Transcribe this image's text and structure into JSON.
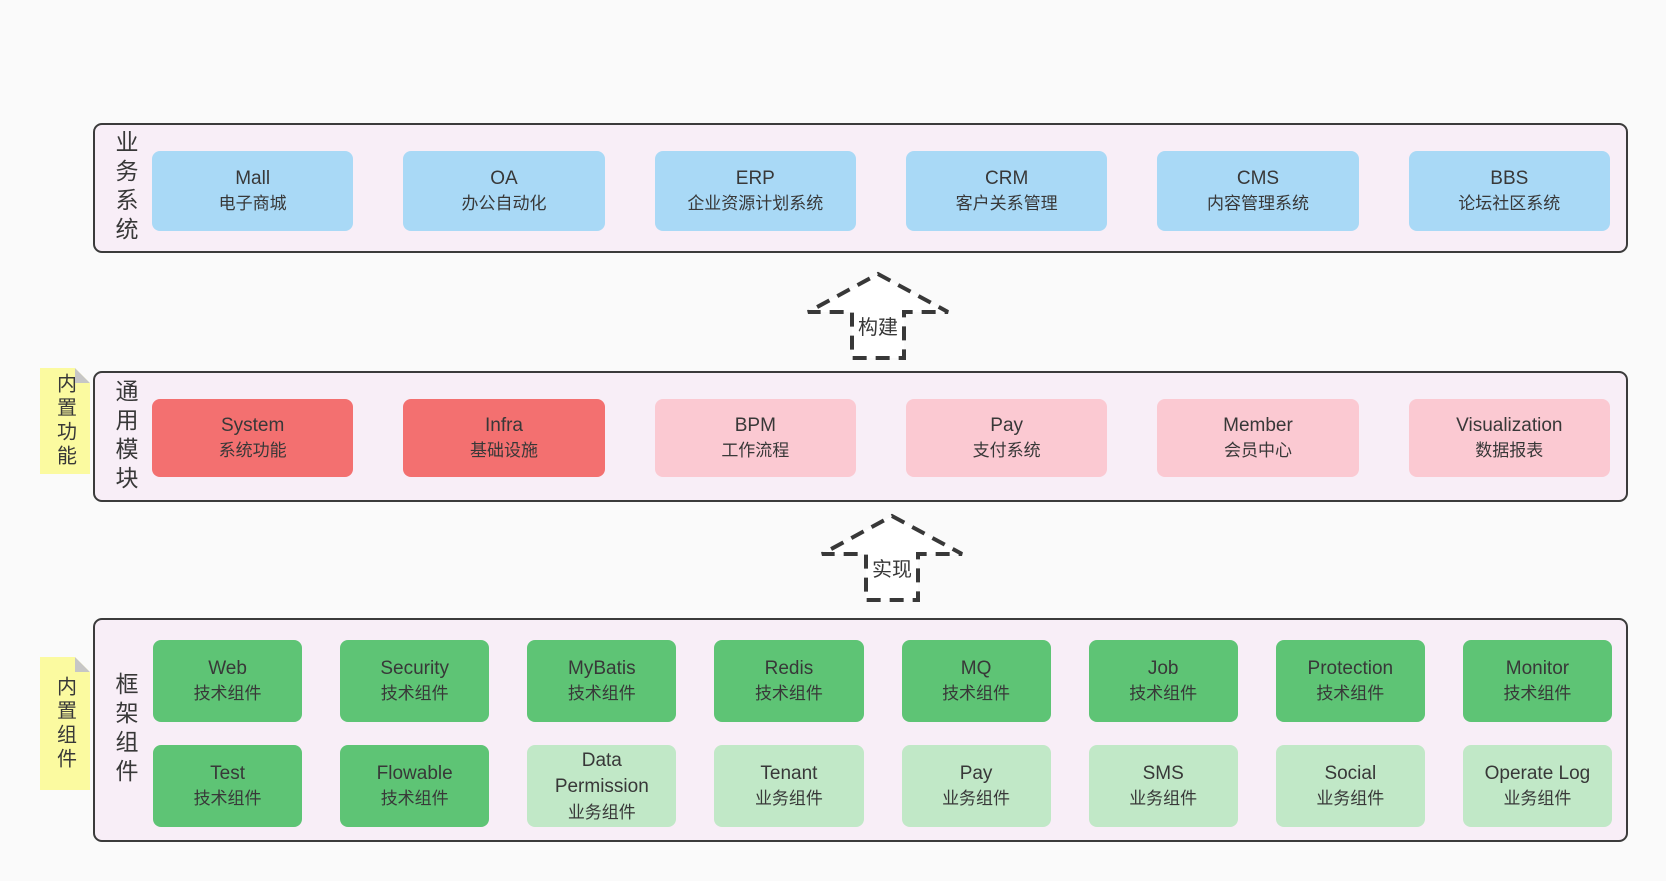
{
  "palette": {
    "page_bg": "#fafafa",
    "panel_bg": "#f8eef7",
    "panel_border": "#3b3b3b",
    "blue": "#a9d9f6",
    "red": "#f37070",
    "pink": "#fbc9d2",
    "green_dark": "#5ec475",
    "green_light": "#c1e8c7",
    "tab_yellow": "#fbfaa0",
    "tab_fold": "#c6c6c6",
    "text": "#383838",
    "arrow": "#383838"
  },
  "diagram": {
    "tiers": [
      {
        "label": "业务系统",
        "boxes": [
          {
            "en": "Mall",
            "zh": "电子商城",
            "variant": "blue"
          },
          {
            "en": "OA",
            "zh": "办公自动化",
            "variant": "blue"
          },
          {
            "en": "ERP",
            "zh": "企业资源计划系统",
            "variant": "blue"
          },
          {
            "en": "CRM",
            "zh": "客户关系管理",
            "variant": "blue"
          },
          {
            "en": "CMS",
            "zh": "内容管理系统",
            "variant": "blue"
          },
          {
            "en": "BBS",
            "zh": "论坛社区系统",
            "variant": "blue"
          }
        ]
      },
      {
        "label": "通用模块",
        "tab": "内置功能",
        "boxes": [
          {
            "en": "System",
            "zh": "系统功能",
            "variant": "red"
          },
          {
            "en": "Infra",
            "zh": "基础设施",
            "variant": "red"
          },
          {
            "en": "BPM",
            "zh": "工作流程",
            "variant": "pink"
          },
          {
            "en": "Pay",
            "zh": "支付系统",
            "variant": "pink"
          },
          {
            "en": "Member",
            "zh": "会员中心",
            "variant": "pink"
          },
          {
            "en": "Visualization",
            "zh": "数据报表",
            "variant": "pink"
          }
        ]
      },
      {
        "label": "框架组件",
        "tab": "内置组件",
        "rows": [
          [
            {
              "en": "Web",
              "zh": "技术组件",
              "variant": "green-dark"
            },
            {
              "en": "Security",
              "zh": "技术组件",
              "variant": "green-dark"
            },
            {
              "en": "MyBatis",
              "zh": "技术组件",
              "variant": "green-dark"
            },
            {
              "en": "Redis",
              "zh": "技术组件",
              "variant": "green-dark"
            },
            {
              "en": "MQ",
              "zh": "技术组件",
              "variant": "green-dark"
            },
            {
              "en": "Job",
              "zh": "技术组件",
              "variant": "green-dark"
            },
            {
              "en": "Protection",
              "zh": "技术组件",
              "variant": "green-dark"
            },
            {
              "en": "Monitor",
              "zh": "技术组件",
              "variant": "green-dark"
            }
          ],
          [
            {
              "en": "Test",
              "zh": "技术组件",
              "variant": "green-dark"
            },
            {
              "en": "Flowable",
              "zh": "技术组件",
              "variant": "green-dark"
            },
            {
              "en": "Data Permission",
              "zh": "业务组件",
              "variant": "green-light"
            },
            {
              "en": "Tenant",
              "zh": "业务组件",
              "variant": "green-light"
            },
            {
              "en": "Pay",
              "zh": "业务组件",
              "variant": "green-light"
            },
            {
              "en": "SMS",
              "zh": "业务组件",
              "variant": "green-light"
            },
            {
              "en": "Social",
              "zh": "业务组件",
              "variant": "green-light"
            },
            {
              "en": "Operate Log",
              "zh": "业务组件",
              "variant": "green-light"
            }
          ]
        ]
      }
    ],
    "arrows": [
      {
        "label": "构建"
      },
      {
        "label": "实现"
      }
    ]
  }
}
